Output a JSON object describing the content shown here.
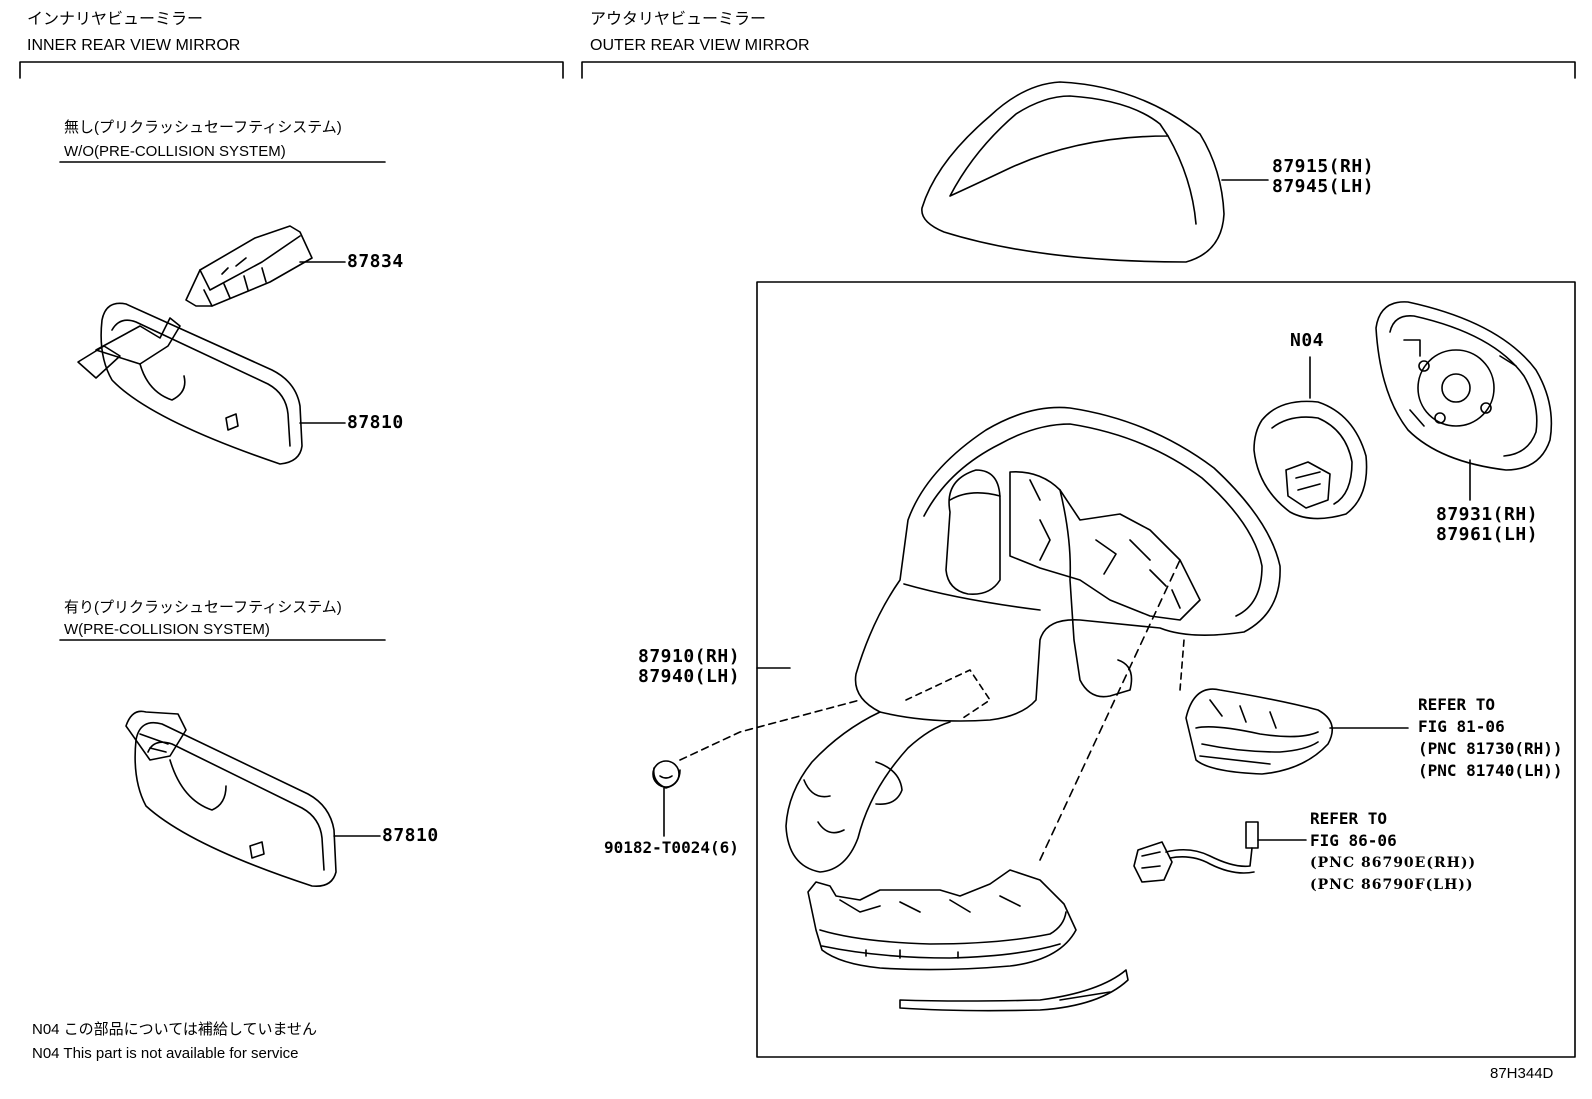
{
  "inner": {
    "title_jp": "インナリヤビューミラー",
    "title_en": "INNER REAR VIEW MIRROR",
    "wo": {
      "jp": "無し(プリクラッシュセーフティシステム)",
      "en": "W/O(PRE-COLLISION SYSTEM)"
    },
    "w": {
      "jp": "有り(プリクラッシュセーフティシステム)",
      "en": "W(PRE-COLLISION SYSTEM)"
    },
    "parts": {
      "bracket": "87834",
      "mirror_wo": "87810",
      "mirror_w": "87810"
    }
  },
  "outer": {
    "title_jp": "アウタリヤビューミラー",
    "title_en": "OUTER REAR VIEW MIRROR",
    "cover": [
      "87915(RH)",
      "87945(LH)"
    ],
    "n04": "N04",
    "glass": [
      "87931(RH)",
      "87961(LH)"
    ],
    "assembly": [
      "87910(RH)",
      "87940(LH)"
    ],
    "screw": "90182-T0024(6)",
    "ref1": [
      "REFER TO",
      "FIG 81-06",
      "(PNC 81730(RH))",
      "(PNC 81740(LH))"
    ],
    "ref2": [
      "REFER TO",
      "FIG 86-06",
      "(PNC 86790E(RH))",
      "(PNC 86790F(LH))"
    ]
  },
  "notes": {
    "jp": "N04 この部品については補給していません",
    "en": "N04 This part is not available for service"
  },
  "figure_code": "87H344D"
}
